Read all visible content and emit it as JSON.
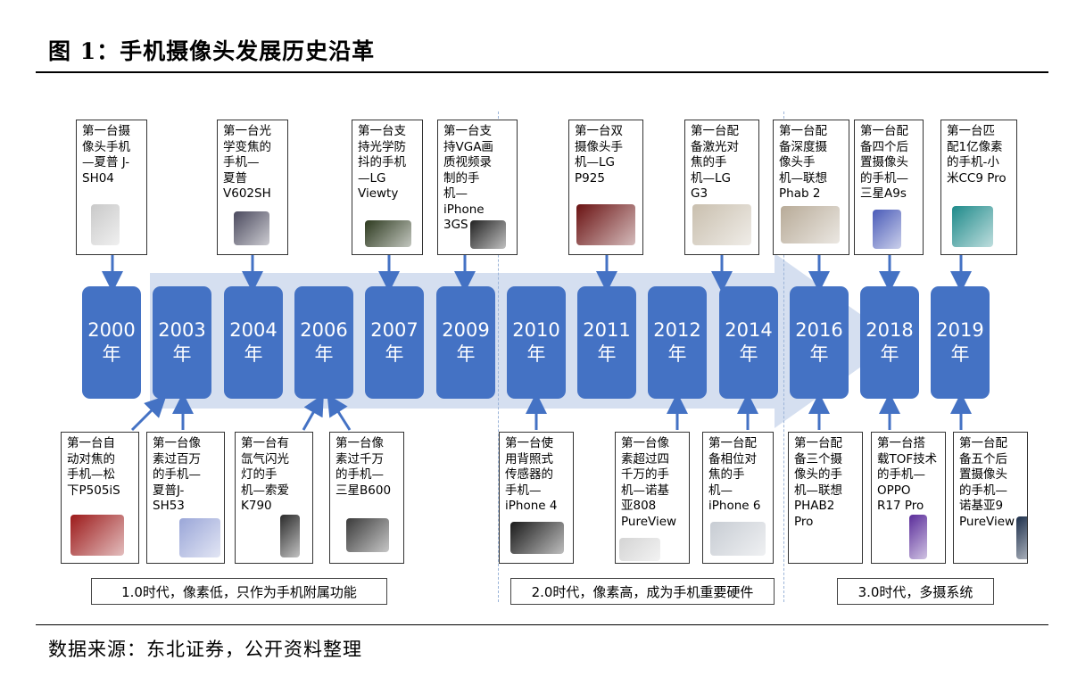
{
  "figure": {
    "title": "图 1：手机摄像头发展历史沿革",
    "source": "数据来源：东北证券，公开资料整理"
  },
  "years": [
    {
      "label": "2000",
      "unit": "年"
    },
    {
      "label": "2003",
      "unit": "年"
    },
    {
      "label": "2004",
      "unit": "年"
    },
    {
      "label": "2006",
      "unit": "年"
    },
    {
      "label": "2007",
      "unit": "年"
    },
    {
      "label": "2009",
      "unit": "年"
    },
    {
      "label": "2010",
      "unit": "年"
    },
    {
      "label": "2011",
      "unit": "年"
    },
    {
      "label": "2012",
      "unit": "年"
    },
    {
      "label": "2014",
      "unit": "年"
    },
    {
      "label": "2016",
      "unit": "年"
    },
    {
      "label": "2018",
      "unit": "年"
    },
    {
      "label": "2019",
      "unit": "年"
    }
  ],
  "top_cards": [
    {
      "text": "第一台摄\n像头手机\n—夏普 J-\nSH04",
      "image": "flip-phone-image"
    },
    {
      "text": "第一台光\n学变焦的\n手机—\n夏普\nV602SH",
      "image": "camera-phone-image"
    },
    {
      "text": "第一台支\n持光学防\n抖的手机\n—LG\nViewty",
      "image": "touchscreen-phone-image"
    },
    {
      "text": "第一台支\n持VGA画\n质视频录\n制的手\n机—\niPhone\n3GS",
      "image": "iphone-image"
    },
    {
      "text": "第一台双\n摄像头手\n机—LG\nP925",
      "image": "dual-camera-phone-image"
    },
    {
      "text": "第一台配\n备激光对\n焦的手\n机—LG\nG3",
      "image": "lg-g3-image"
    },
    {
      "text": "第一台配\n备深度摄\n像头手\n机—联想\nPhab 2",
      "image": "phab2-image"
    },
    {
      "text": "第一台配\n备四个后\n置摄像头\n的手机—\n三星A9s",
      "image": "galaxy-a9s-image"
    },
    {
      "text": "第一台匹\n配1亿像素\n的手机-小\n米CC9 Pro",
      "image": "cc9-pro-image"
    }
  ],
  "bottom_cards": [
    {
      "text": "第一台自\n动对焦的\n手机—松\n下P505iS",
      "image": "red-phone-image"
    },
    {
      "text": "第一台像\n素过百万\n的手机—\n夏普J-\nSH53",
      "image": "flip-phone-image"
    },
    {
      "text": "第一台有\n氙气闪光\n灯的手\n机—索爱\nK790",
      "image": "k790-image"
    },
    {
      "text": "第一台像\n素过千万\n的手机—\n三星B600",
      "image": "b600-image"
    },
    {
      "text": "第一台使\n用背照式\n传感器的\n手机—\niPhone 4",
      "image": "iphone4-image"
    },
    {
      "text": "第一台像\n素超过四\n千万的手\n机—诺基\n亚808\nPureView",
      "image": "pureview808-image"
    },
    {
      "text": "第一台配\n备相位对\n焦的手\n机—\niPhone 6",
      "image": "iphone6-image"
    },
    {
      "text": "第一台配\n备三个摄\n像头的手\n机—联想\nPHAB2\nPro",
      "image": ""
    },
    {
      "text": "第一台搭\n载TOF技术\n的手机—\nOPPO\nR17 Pro",
      "image": "r17-pro-image"
    },
    {
      "text": "第一台配\n备五个后\n置摄像头\n的手机—\n诺基亚9\nPureView",
      "image": "nokia9-image"
    }
  ],
  "eras": [
    {
      "label": "1.0时代，像素低，只作为手机附属功能"
    },
    {
      "label": "2.0时代，像素高，成为手机重要硬件"
    },
    {
      "label": "3.0时代，多摄系统"
    }
  ],
  "colors": {
    "year_box": "#4472c4",
    "band": "#d5dff0",
    "arrow": "#4472c4",
    "card_border": "#333333"
  }
}
